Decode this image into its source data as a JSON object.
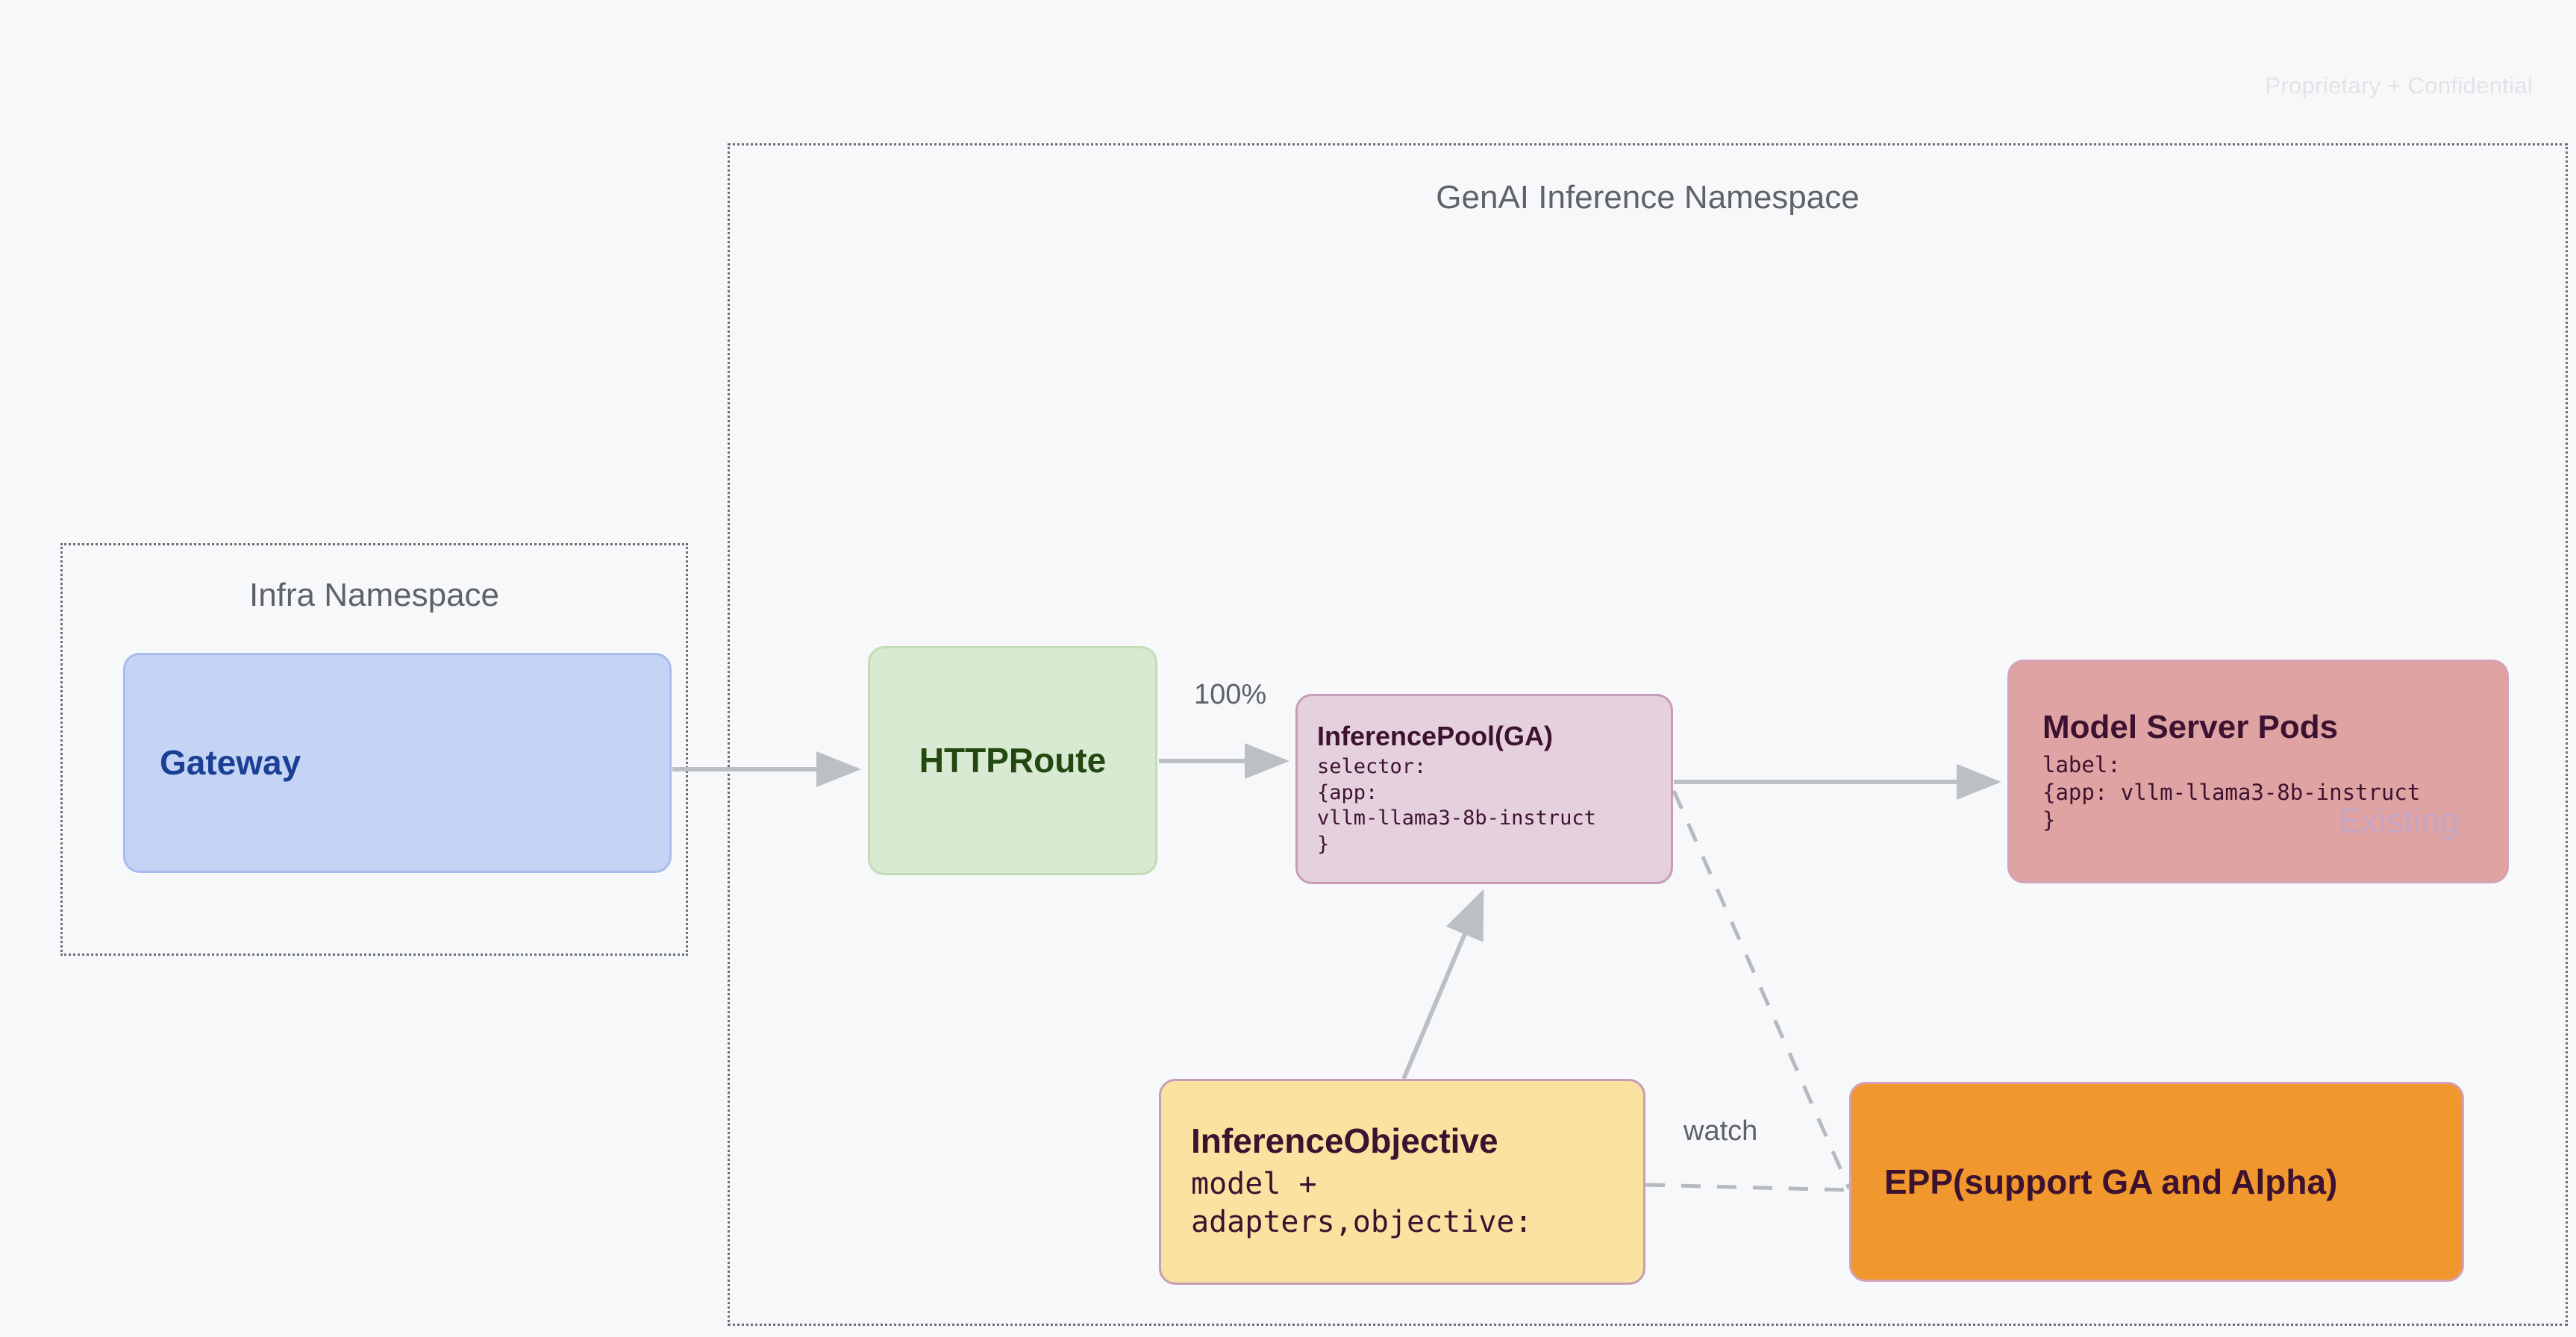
{
  "page": {
    "watermark": "Proprietary + Confidential",
    "background_color": "#f7f8fa"
  },
  "namespaces": [
    {
      "id": "infra",
      "title": "Infra Namespace",
      "border_style": "dotted",
      "border_color": "#6b6f76"
    },
    {
      "id": "genai",
      "title": "GenAI Inference Namespace",
      "border_style": "dotted",
      "border_color": "#6b6f76"
    }
  ],
  "nodes": {
    "gateway": {
      "title": "Gateway",
      "fill": "#c5d4f5",
      "stroke": "#a9bdec",
      "text_color": "#1b3f94"
    },
    "httproute": {
      "title": "HTTPRoute",
      "fill": "#d9ead3",
      "stroke": "#c2dcb8",
      "text_color": "#234710"
    },
    "inferencepool": {
      "title": "InferencePool(GA)",
      "code": "selector:\n{app:\nvllm-llama3-8b-instruct\n}",
      "fill": "#e5d0dd",
      "stroke": "#c79cb6",
      "text_color": "#3d1230"
    },
    "modelserver": {
      "title": "Model Server Pods",
      "code": "label:\n{app: vllm-llama3-8b-instruct\n}",
      "badge": "Existing",
      "fill": "#e0a3a3",
      "stroke": "#d4a2b8",
      "text_color": "#3d1230",
      "badge_color": "#c6a5c2"
    },
    "inferenceobjective": {
      "title": "InferenceObjective",
      "code": "model +\nadapters,objective:",
      "fill": "#fae3a0",
      "stroke": "#c79cb6",
      "text_color": "#3d1230"
    },
    "epp": {
      "title": "EPP(support GA and Alpha)",
      "fill": "#f0982d",
      "stroke": "#d4a2b8",
      "text_color": "#3d1230"
    }
  },
  "edges": {
    "gateway_to_httproute": {
      "label": "",
      "style": "solid"
    },
    "httproute_to_inferencepool": {
      "label": "100%",
      "style": "solid"
    },
    "inferencepool_to_modelserver": {
      "label": "",
      "style": "solid"
    },
    "inferenceobjective_to_inferencepool": {
      "label": "",
      "style": "solid"
    },
    "inferencepool_to_epp": {
      "label": "",
      "style": "dashed"
    },
    "inferenceobjective_to_epp": {
      "label": "watch",
      "style": "dashed"
    }
  }
}
